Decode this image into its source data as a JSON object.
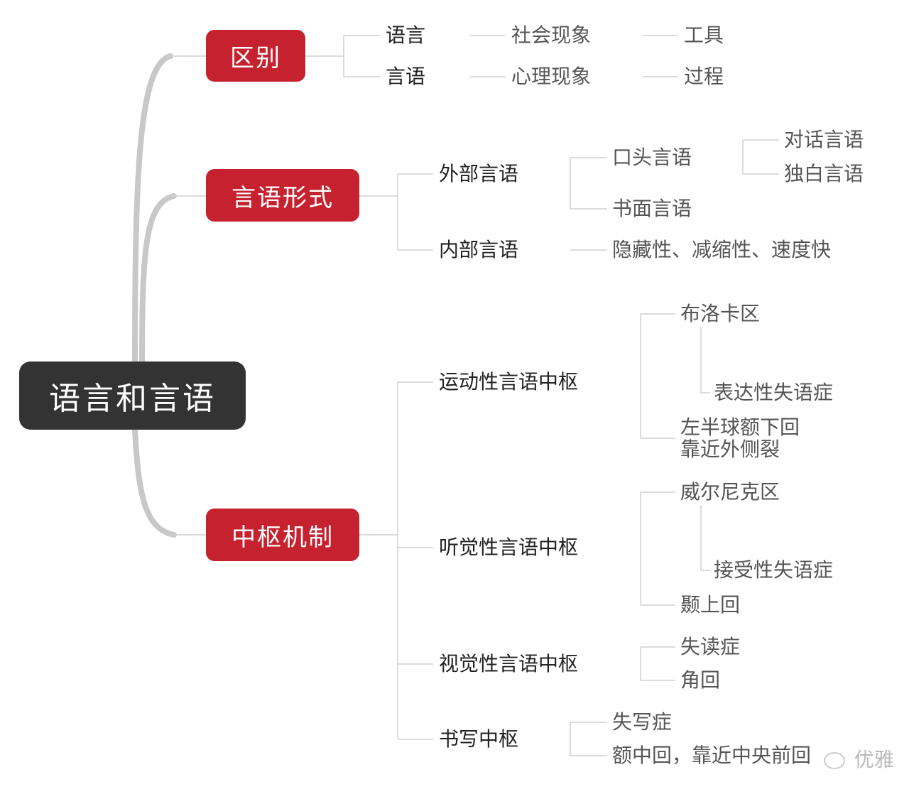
{
  "root": "语言和言语",
  "colors": {
    "branch_red": "#c5212e",
    "root_dark": "#333333",
    "connector": "#cccccc"
  },
  "branches": {
    "qubie": {
      "label": "区别",
      "children": [
        {
          "label": "语言",
          "sub": "社会现象",
          "sub2": "工具"
        },
        {
          "label": "言语",
          "sub": "心理现象",
          "sub2": "过程"
        }
      ]
    },
    "xingshi": {
      "label": "言语形式",
      "waibu": {
        "label": "外部言语",
        "koutou": "口头言语",
        "duihua": "对话言语",
        "dubai": "独白言语",
        "shumian": "书面言语"
      },
      "neibu": {
        "label": "内部言语",
        "desc": "隐藏性、减缩性、速度快"
      }
    },
    "zhongshu": {
      "label": "中枢机制",
      "yundong": {
        "label": "运动性言语中枢",
        "area": "布洛卡区",
        "disorder": "表达性失语症",
        "loc1": "左半球额下回",
        "loc2": "靠近外侧裂"
      },
      "tingjue": {
        "label": "听觉性言语中枢",
        "area": "威尔尼克区",
        "disorder": "接受性失语症",
        "loc": "颞上回"
      },
      "shijue": {
        "label": "视觉性言语中枢",
        "disorder": "失读症",
        "loc": "角回"
      },
      "shuxie": {
        "label": "书写中枢",
        "disorder": "失写症",
        "loc": "额中回，靠近中央前回"
      }
    }
  },
  "watermark": {
    "icon": "wechat-icon",
    "text": "优雅"
  }
}
